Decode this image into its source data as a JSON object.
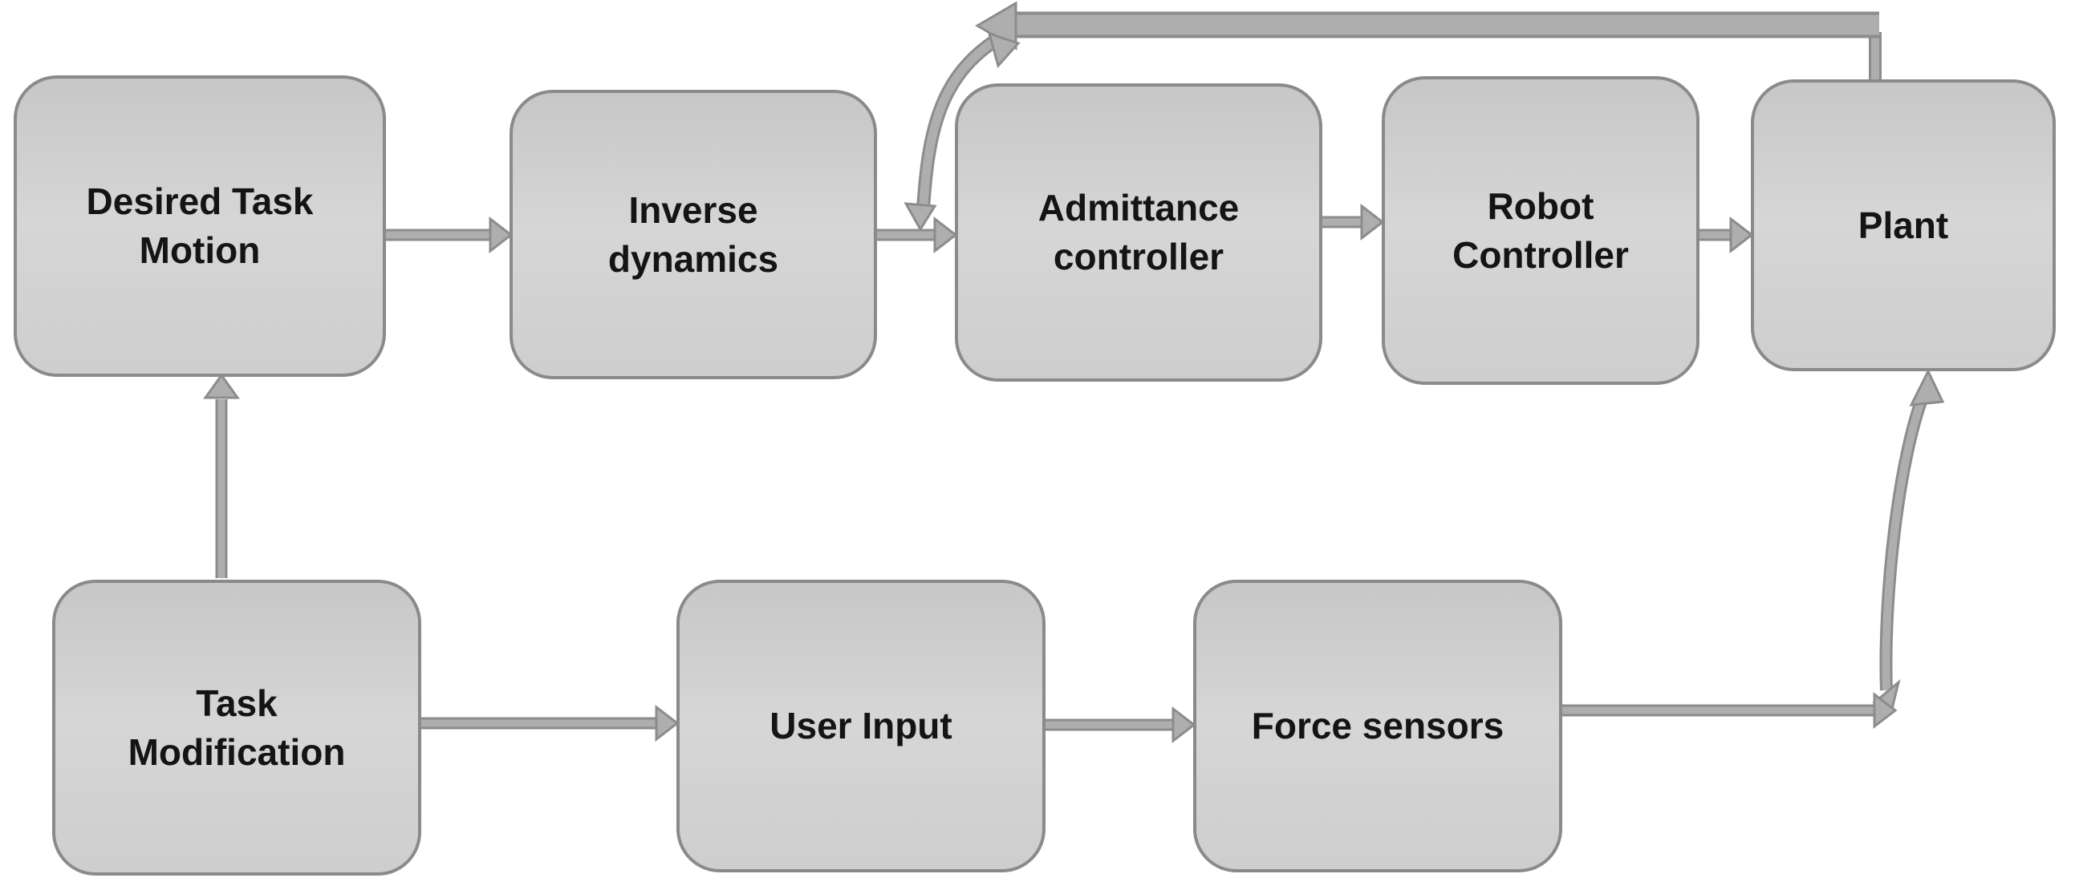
{
  "diagram": {
    "title": "",
    "background_color": "#ffffff",
    "node_fill_color": "#d0d0d0",
    "node_border_color": "#8a8a8a",
    "arrow_fill_color": "#aeaeae",
    "arrow_outline_color": "#8c8c8c",
    "text_color": "#141414",
    "nodes": [
      {
        "id": "desired-task-motion",
        "label": "Desired Task Motion"
      },
      {
        "id": "inverse-dynamics",
        "label": "Inverse dynamics"
      },
      {
        "id": "admittance-controller",
        "label": "Admittance controller"
      },
      {
        "id": "robot-controller",
        "label": "Robot Controller"
      },
      {
        "id": "plant",
        "label": "Plant"
      },
      {
        "id": "task-modification",
        "label": "Task Modification"
      },
      {
        "id": "user-input",
        "label": "User Input"
      },
      {
        "id": "force-sensors",
        "label": "Force sensors"
      }
    ],
    "edges": [
      {
        "from": "Desired Task Motion",
        "to": "Inverse dynamics",
        "style": "straight"
      },
      {
        "from": "Inverse dynamics",
        "to": "Admittance controller",
        "style": "straight"
      },
      {
        "from": "Admittance controller",
        "to": "Robot Controller",
        "style": "straight"
      },
      {
        "from": "Robot Controller",
        "to": "Plant",
        "style": "straight"
      },
      {
        "from": "Plant",
        "to": "Admittance controller",
        "style": "feedback-top-curve"
      },
      {
        "from": "Task Modification",
        "to": "Desired Task Motion",
        "style": "straight-up"
      },
      {
        "from": "Task Modification",
        "to": "User Input",
        "style": "straight"
      },
      {
        "from": "User Input",
        "to": "Force sensors",
        "style": "straight"
      },
      {
        "from": "Force sensors",
        "to": "Plant",
        "style": "feedback-bottom-curve"
      }
    ]
  }
}
